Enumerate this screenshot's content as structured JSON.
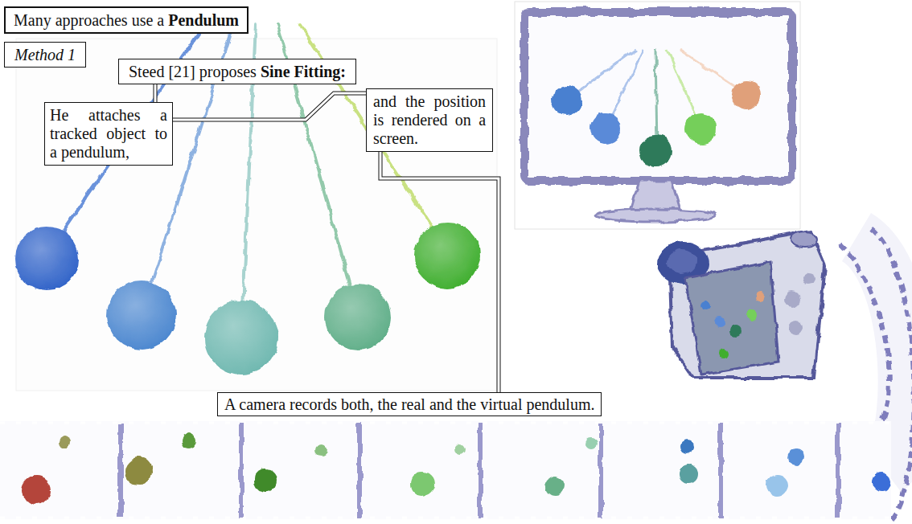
{
  "diagram": {
    "nodes": [
      {
        "text": [
          "Many approaches use a Pendulum"
        ]
      },
      {
        "text": [
          "Method 1"
        ]
      },
      {
        "text": [
          "Steed [21] proposes Sine Fitting:"
        ]
      },
      {
        "text": [
          "He attaches a tracked object to a pendulum,"
        ]
      },
      {
        "text": [
          "and the position is rendered on a screen."
        ]
      },
      {
        "text": [
          "A camera records both, the real and the virtual pendulum."
        ]
      }
    ],
    "edges": [
      {
        "from": 2,
        "to": 3,
        "arrow": "none"
      },
      {
        "from": 3,
        "to": 4,
        "arrow": "none"
      },
      {
        "from": 4,
        "to": 5,
        "arrow": "none"
      }
    ]
  }
}
